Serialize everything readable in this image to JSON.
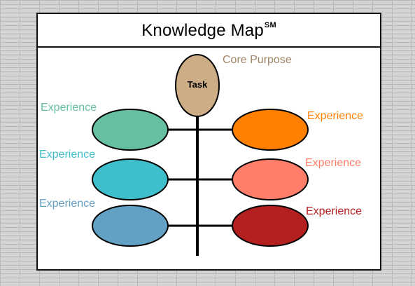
{
  "title": {
    "text": "Knowledge Map",
    "mark": "SM"
  },
  "core": {
    "label": "Core Purpose",
    "node_label": "Task"
  },
  "colors": {
    "line": "#000000",
    "core_fill": "#cdad86",
    "core_label": "#a08467",
    "left_nodes": [
      "#66c0a0",
      "#3fbfcc",
      "#62a0c4"
    ],
    "right_nodes": [
      "#ff8000",
      "#ff7e6a",
      "#b3201f"
    ]
  },
  "experiences": {
    "left": [
      {
        "label": "Experience",
        "label_color": "#66c0a0"
      },
      {
        "label": "Experience",
        "label_color": "#3fbfcc"
      },
      {
        "label": "Experience",
        "label_color": "#62a0c4"
      }
    ],
    "right": [
      {
        "label": "Experience",
        "label_color": "#ff8000"
      },
      {
        "label": "Experience",
        "label_color": "#ff7e6a"
      },
      {
        "label": "Experience",
        "label_color": "#b3201f"
      }
    ]
  }
}
